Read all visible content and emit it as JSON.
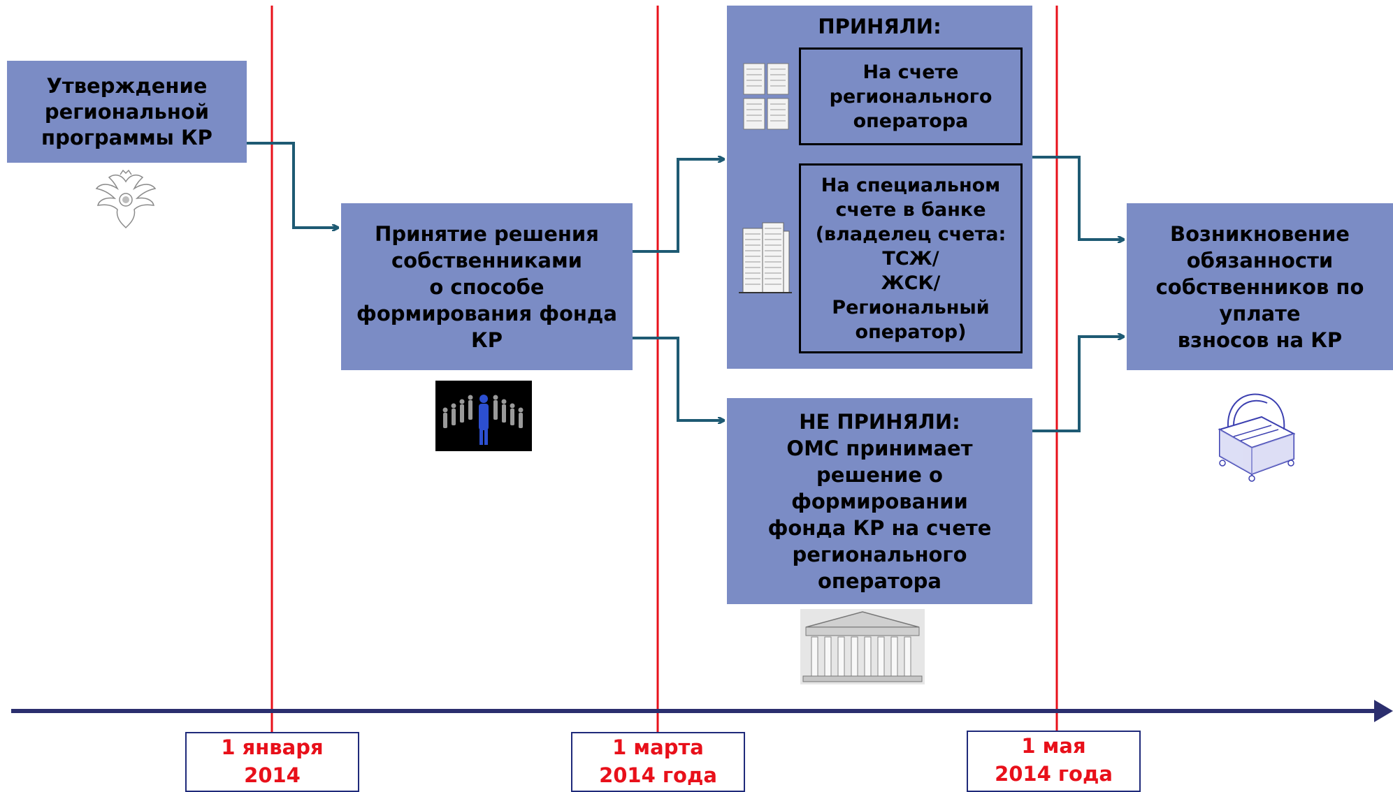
{
  "colors": {
    "box_fill": "#7b8cc5",
    "arrow": "#1e5a73",
    "milestone_line": "#e8101a",
    "timeline": "#2b2e6e",
    "date_text": "#e8101a"
  },
  "boxes": {
    "approval": "Утверждение\nрегиональной\nпрограммы КР",
    "decision": "Принятие решения\nсобственниками\nо способе\nформирования фонда\nКР",
    "accepted_title": "ПРИНЯЛИ:",
    "accepted_regional": "На счете\nрегионального\nоператора",
    "accepted_special": "На специальном\nсчете в банке\n(владелец счета:\nТСЖ/\nЖСК/\nРегиональный\nоператор)",
    "not_accepted": "НЕ ПРИНЯЛИ:\nОМС принимает\nрешение о\nформировании\nфонда КР на счете\nрегионального\nоператора",
    "obligation": "Возникновение\nобязанности\nсобственников по\nуплате\nвзносов на КР"
  },
  "dates": [
    {
      "line1": "1 января",
      "line2": "2014"
    },
    {
      "line1": "1 марта",
      "line2": "2014 года"
    },
    {
      "line1": "1 мая",
      "line2": "2014 года"
    }
  ],
  "icons": [
    "eagle-emblem-icon",
    "people-crowd-icon",
    "apartment-buildings-icon",
    "high-rise-building-icon",
    "government-building-icon",
    "toolbox-icon"
  ]
}
